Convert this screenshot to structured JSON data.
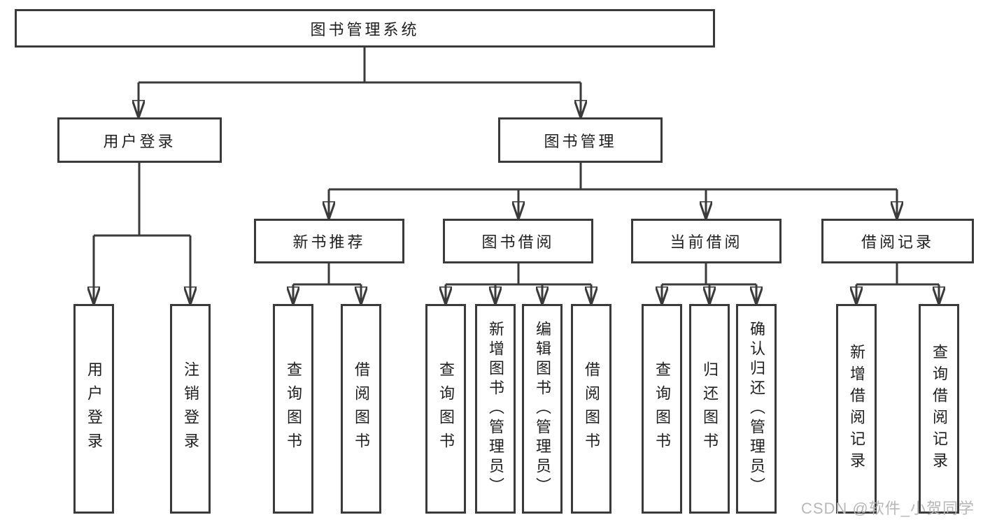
{
  "colors": {
    "line": "#3a3a3a",
    "text": "#1f1f1f",
    "box_background": "#ffffff",
    "watermark": "#b7b7b7",
    "background": "#ffffff"
  },
  "diagram": {
    "root": "图书管理系统",
    "level1": [
      {
        "label": "用户登录",
        "children": [
          {
            "label": "用户登录"
          },
          {
            "label": "注销登录"
          }
        ]
      },
      {
        "label": "图书管理",
        "children": [
          {
            "label": "新书推荐",
            "children": [
              {
                "label": "查询图书"
              },
              {
                "label": "借阅图书"
              }
            ]
          },
          {
            "label": "图书借阅",
            "children": [
              {
                "label": "查询图书"
              },
              {
                "label": "新增图书（管理员）"
              },
              {
                "label": "编辑图书（管理员）"
              },
              {
                "label": "借阅图书"
              }
            ]
          },
          {
            "label": "当前借阅",
            "children": [
              {
                "label": "查询图书"
              },
              {
                "label": "归还图书"
              },
              {
                "label": "确认归还（管理员）"
              }
            ]
          },
          {
            "label": "借阅记录",
            "children": [
              {
                "label": "新增借阅记录"
              },
              {
                "label": "查询借阅记录"
              }
            ]
          }
        ]
      }
    ]
  },
  "watermark": "CSDN @软件_小贺同学"
}
